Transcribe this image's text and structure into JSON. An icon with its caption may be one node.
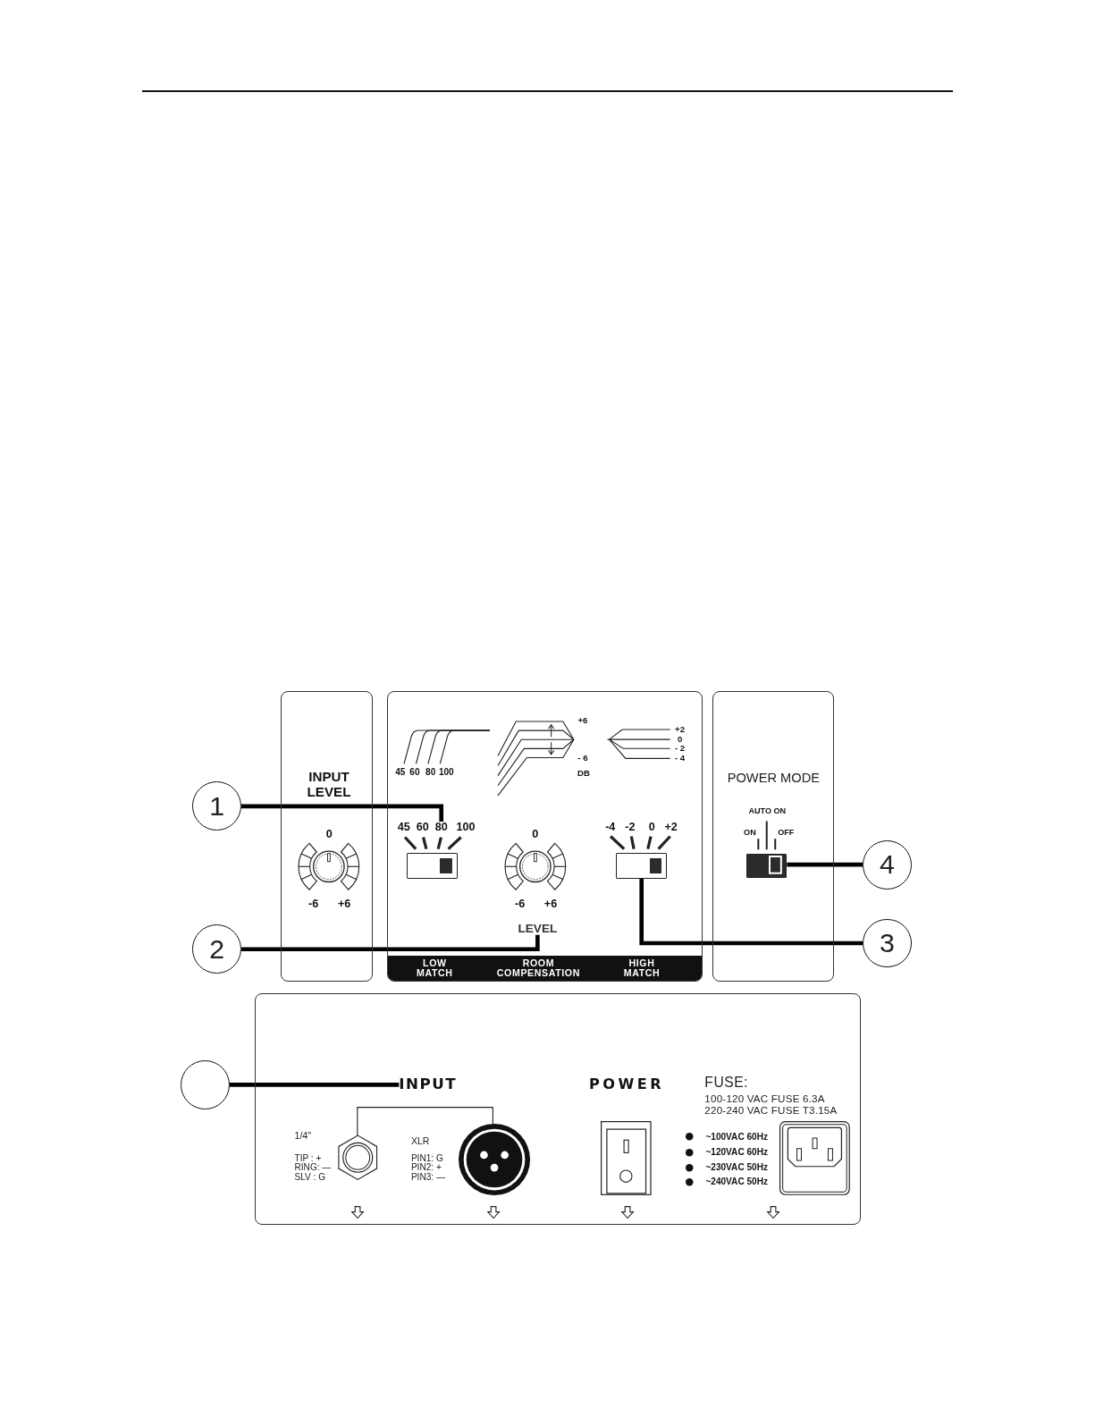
{
  "diagram": {
    "nodes": [
      {
        "text": [
          "INPUT LEVEL"
        ]
      },
      {
        "text": [],
        "shape": "box"
      },
      {
        "text": [
          "80"
        ],
        "in": 1
      },
      {
        "text": [],
        "shape": "box",
        "in": 1
      },
      {
        "text": [],
        "shape": "box",
        "in": 1
      },
      {
        "text": [
          "LEVEL"
        ],
        "in": 1
      },
      {
        "text": [
          "LOW MATCH",
          "ROOM COMPENSATION",
          "HIGH MATCH"
        ],
        "in": 1
      },
      {
        "text": [
          "POWER MODE"
        ]
      },
      {
        "text": [],
        "shape": "box",
        "in": 7
      },
      {
        "text": [
          "1"
        ]
      },
      {
        "text": [
          "2"
        ]
      },
      {
        "text": [
          "3"
        ]
      },
      {
        "text": [
          "4"
        ]
      },
      {
        "text": [],
        "shape": "box"
      },
      {
        "text": [],
        "shape": "circle"
      },
      {
        "text": [
          "INPUT"
        ],
        "in": 13
      }
    ],
    "edges": [
      {
        "from": 9,
        "to": 2,
        "arrow": "none"
      },
      {
        "from": 10,
        "to": 5,
        "arrow": "none"
      },
      {
        "from": 11,
        "to": 4,
        "arrow": "none"
      },
      {
        "from": 12,
        "to": 8,
        "arrow": "none"
      },
      {
        "from": 14,
        "to": 15,
        "arrow": "none"
      }
    ],
    "labels": [
      "0",
      "-6",
      "+6",
      "45",
      "60",
      "80",
      "100",
      "+6",
      "- 6",
      "DB",
      "+2",
      "0",
      "- 2",
      "- 4",
      "45",
      "60",
      "100",
      "0",
      "-6",
      "+6",
      "-4",
      "-2",
      "0",
      "+2",
      "AUTO ON",
      "ON",
      "OFF",
      "POWER",
      "FUSE:",
      "100-120 VAC FUSE 6.3A",
      "220-240 VAC FUSE T3.15A",
      "1/4\"",
      "TIP : +",
      "RING: —",
      "SLV : G",
      "XLR",
      "PIN1: G",
      "PIN2: +",
      "PIN3: —",
      "~100VAC 60Hz",
      "~120VAC 60Hz",
      "~230VAC 50Hz",
      "~240VAC 50Hz"
    ]
  }
}
